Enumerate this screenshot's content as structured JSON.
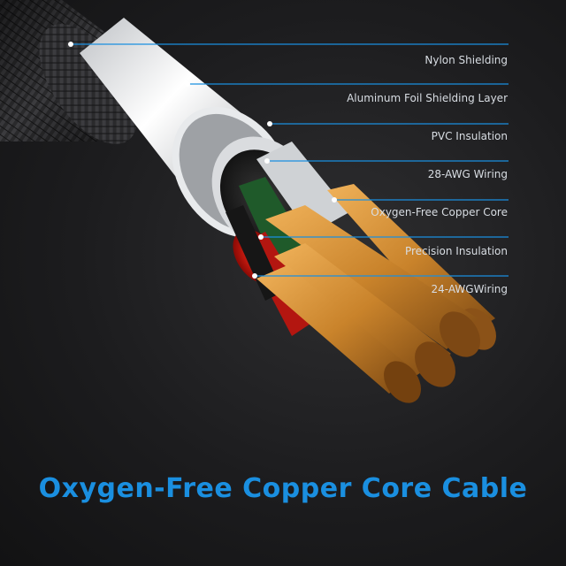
{
  "labels": [
    "Nylon Shielding",
    "Aluminum Foil Shielding Layer",
    "PVC Insulation",
    "28-AWG Wiring",
    "Oxygen-Free Copper Core",
    "Precision Insulation",
    "24-AWGWiring"
  ],
  "caption": "Oxygen-Free Copper Core Cable",
  "colors": {
    "accent": "#1a8fe0",
    "copper": "#c9832b",
    "label_text": "#d8dde3"
  }
}
